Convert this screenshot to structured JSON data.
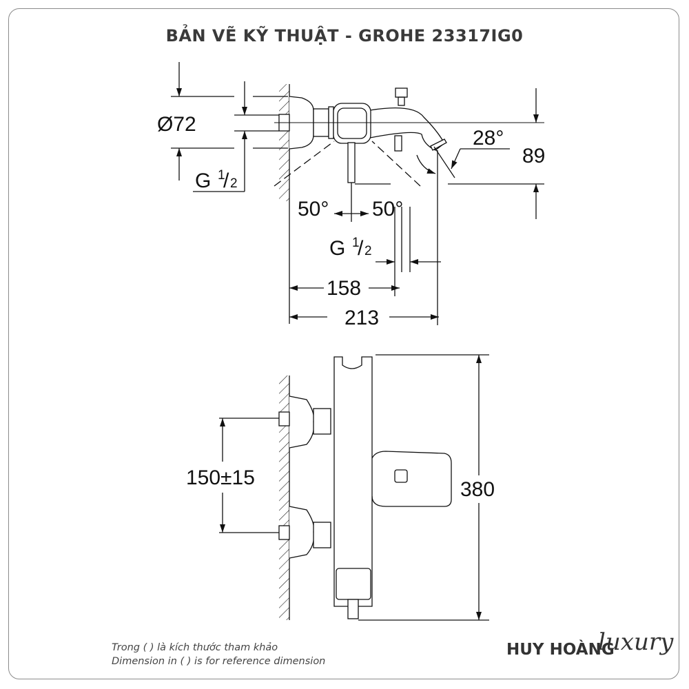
{
  "title": "BẢN VẼ KỸ THUẬT - GROHE 23317IG0",
  "dimensions": {
    "diameter": "Ø72",
    "thread": "G",
    "thread_num": "1",
    "thread_den": "2",
    "angle_left": "50°",
    "angle_right": "50°",
    "spout_angle": "28°",
    "height_89": "89",
    "depth_158": "158",
    "depth_213": "213",
    "centers": "150±15",
    "height_380": "380"
  },
  "notes": {
    "vi": "Trong ( ) là kích thước tham khảo",
    "en": "Dimension in ( ) is for reference dimension"
  },
  "brand": {
    "name": "HUY HOÀNG",
    "script": "luxury"
  }
}
